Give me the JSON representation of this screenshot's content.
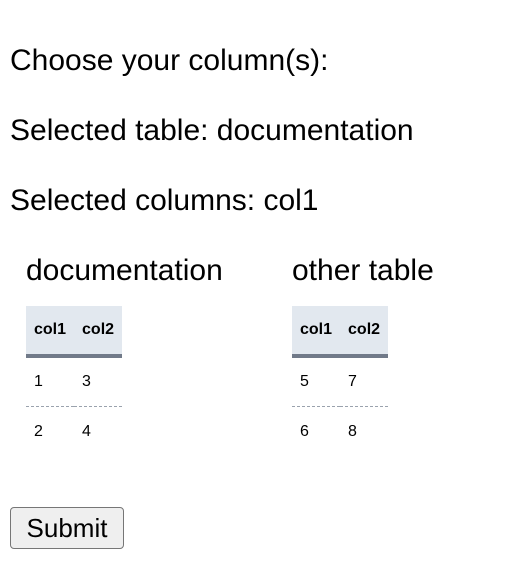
{
  "prompt": "Choose your column(s):",
  "selected_table_text": "Selected table: documentation",
  "selected_columns_text": "Selected columns: col1",
  "tables": [
    {
      "title": "documentation",
      "headers": [
        "col1",
        "col2"
      ],
      "rows": [
        [
          "1",
          "3"
        ],
        [
          "2",
          "4"
        ]
      ]
    },
    {
      "title": "other table",
      "headers": [
        "col1",
        "col2"
      ],
      "rows": [
        [
          "5",
          "7"
        ],
        [
          "6",
          "8"
        ]
      ]
    }
  ],
  "submit_label": "Submit",
  "colors": {
    "header_bg": "#e2e8ef",
    "header_border": "#717a89",
    "row_divider": "#9aa2ad"
  }
}
